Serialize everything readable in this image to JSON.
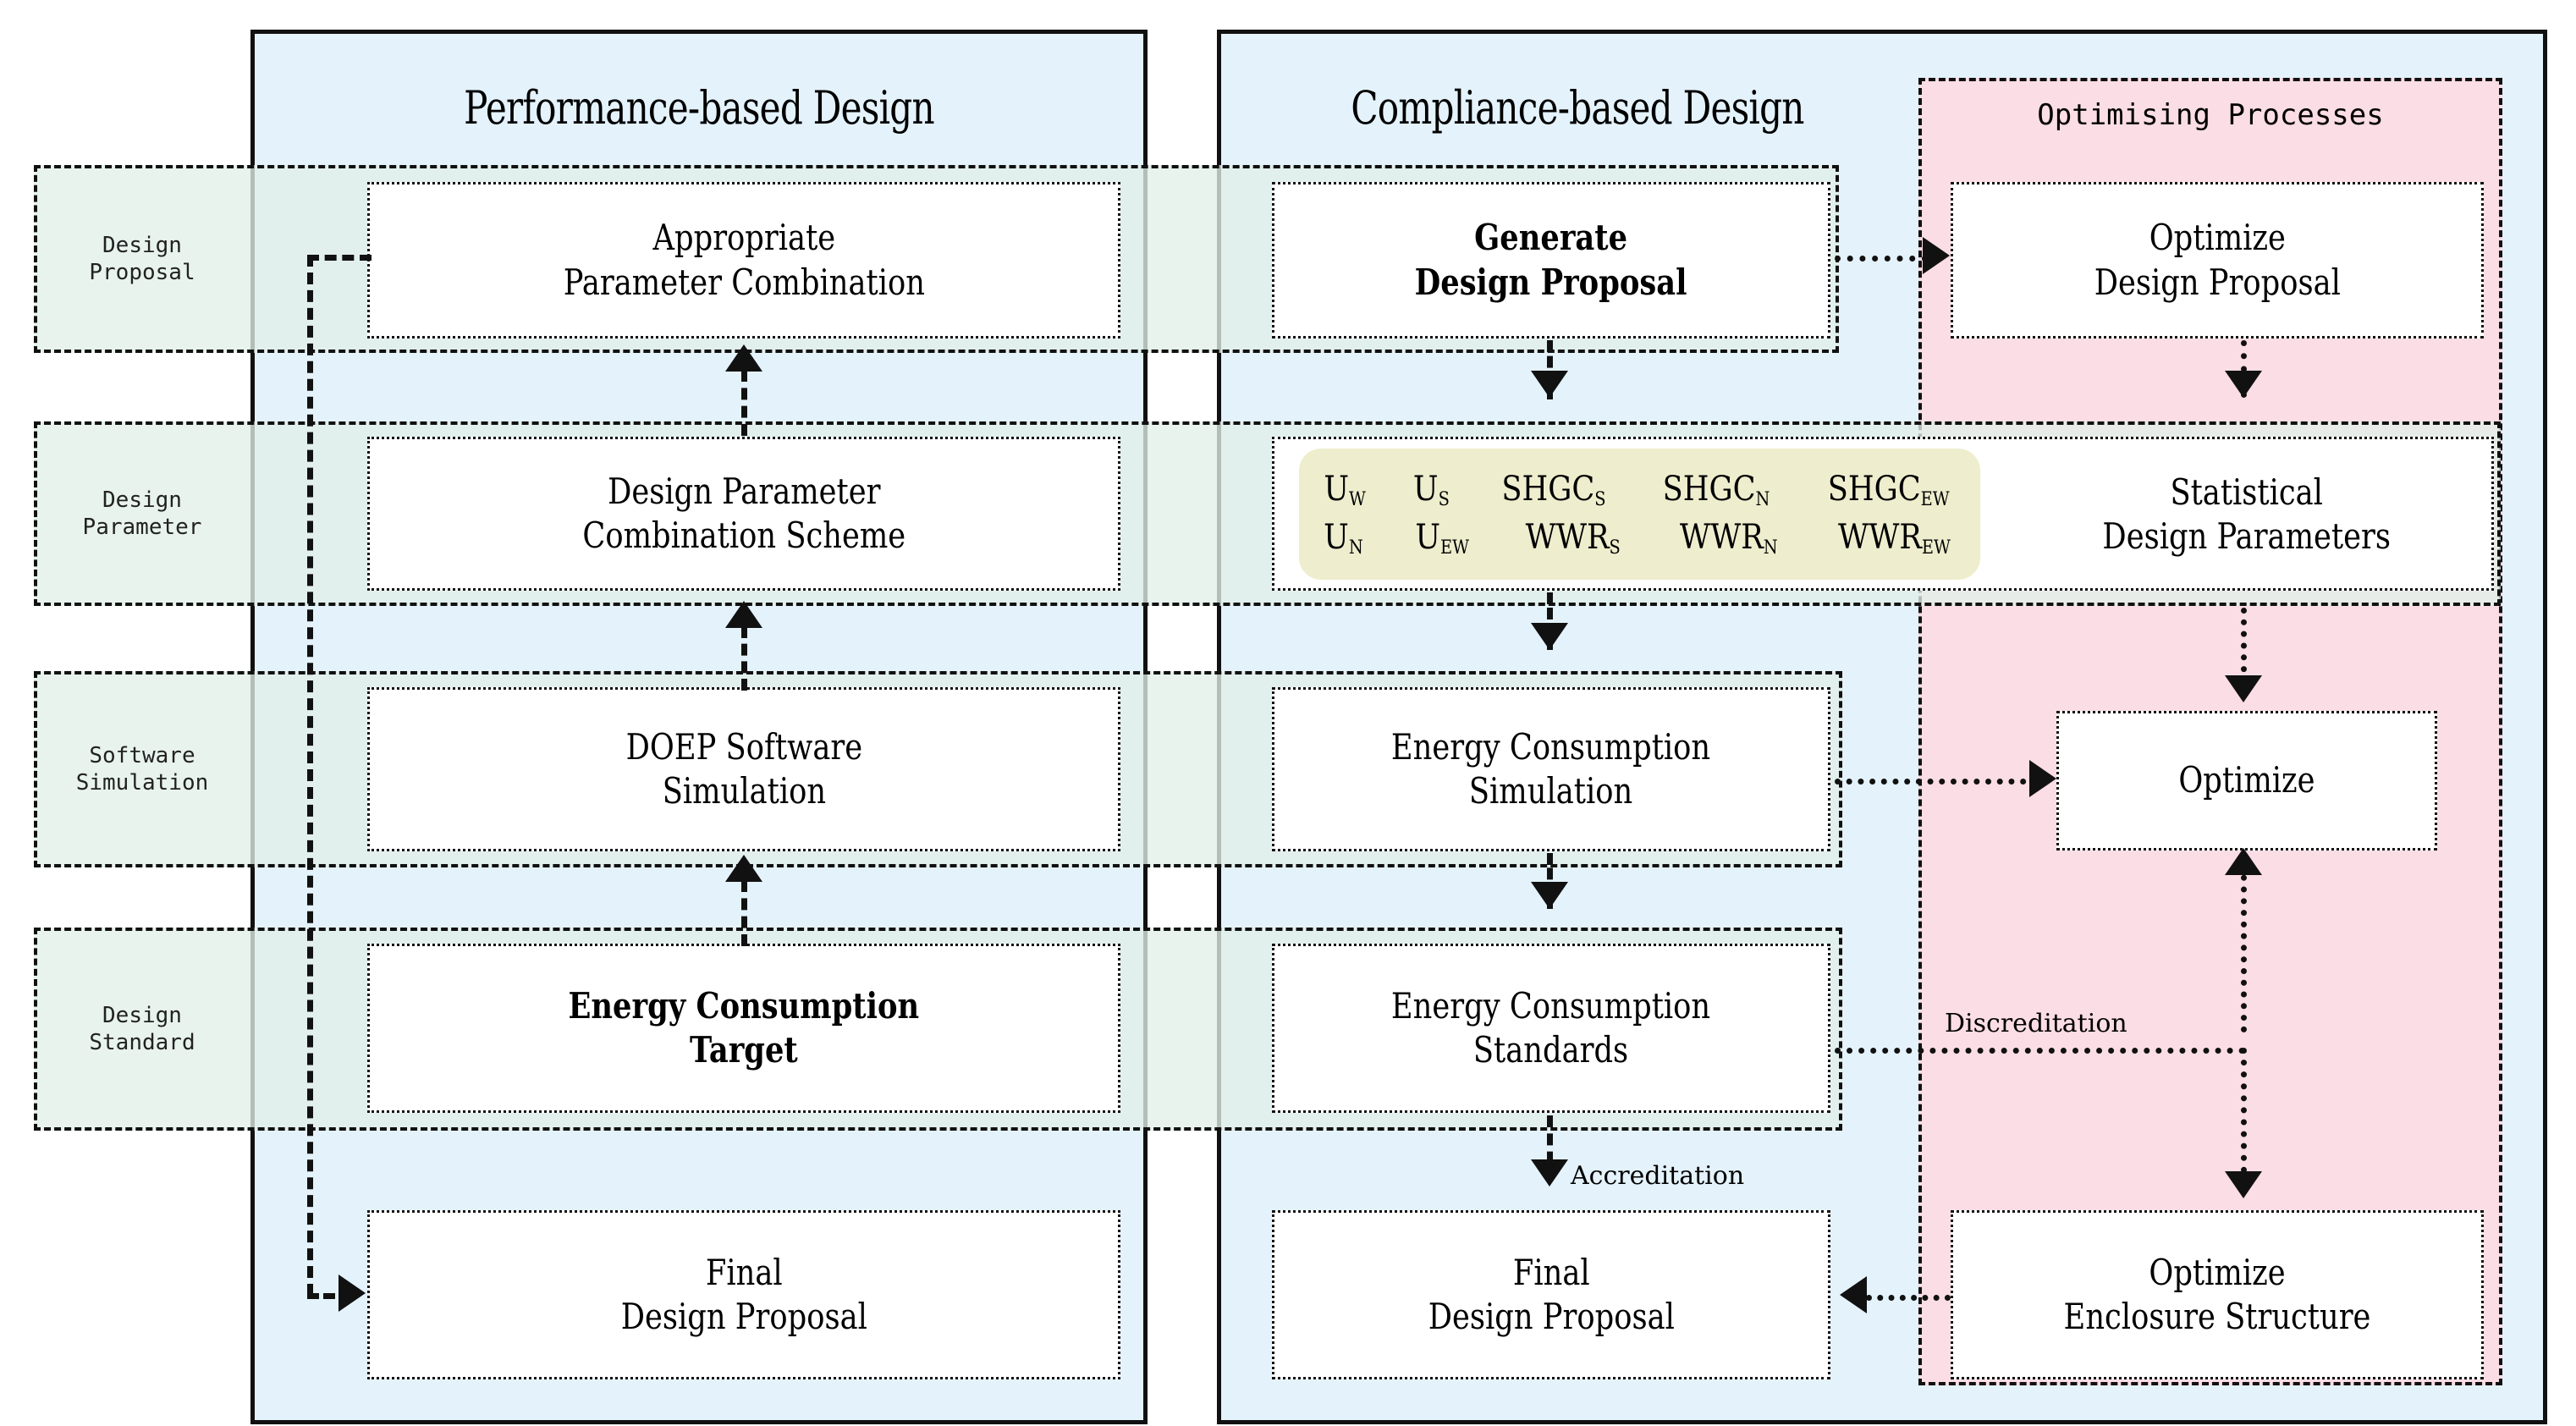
{
  "panels": {
    "left": {
      "title": "Performance-based Design"
    },
    "right": {
      "title": "Compliance-based Design"
    }
  },
  "optimising_region": {
    "title": "Optimising Processes"
  },
  "row_labels": [
    {
      "label": "Design\nProposal"
    },
    {
      "label": "Design\nParameter"
    },
    {
      "label": "Software\nSimulation"
    },
    {
      "label": "Design\nStandard"
    }
  ],
  "left_nodes": [
    {
      "label": "Appropriate\nParameter Combination",
      "bold": false
    },
    {
      "label": "Design Parameter\nCombination Scheme",
      "bold": false
    },
    {
      "label": "DOEP Software\nSimulation",
      "bold": false
    },
    {
      "label": "Energy Consumption\nTarget",
      "bold": true
    },
    {
      "label": "Final\nDesign Proposal",
      "bold": false
    }
  ],
  "right_nodes": [
    {
      "label": "Generate\nDesign Proposal",
      "bold": true
    },
    {
      "label": "Energy Consumption\nSimulation",
      "bold": false
    },
    {
      "label": "Energy Consumption\nStandards",
      "bold": false
    },
    {
      "label": "Final\nDesign Proposal",
      "bold": false
    }
  ],
  "optimise_nodes": [
    {
      "label": "Optimize\nDesign Proposal"
    },
    {
      "label": "Statistical\nDesign Parameters"
    },
    {
      "label": "Optimize"
    },
    {
      "label": "Optimize\nEnclosure Structure"
    }
  ],
  "parameters": {
    "row1": [
      {
        "base": "U",
        "sub": "W"
      },
      {
        "base": "U",
        "sub": "S"
      },
      {
        "base": "SHGC",
        "sub": "S"
      },
      {
        "base": "SHGC",
        "sub": "N"
      },
      {
        "base": "SHGC",
        "sub": "EW"
      }
    ],
    "row2": [
      {
        "base": "U",
        "sub": "N"
      },
      {
        "base": "U",
        "sub": "EW"
      },
      {
        "base": "WWR",
        "sub": "S"
      },
      {
        "base": "WWR",
        "sub": "N"
      },
      {
        "base": "WWR",
        "sub": "EW"
      }
    ]
  },
  "edge_labels": {
    "accreditation": "Accreditation",
    "discreditation": "Discreditation"
  },
  "colors": {
    "panel_fill": "#e4f2fb",
    "row_band_fill": "#e1f0e9",
    "optimising_fill": "#fbdde5",
    "parameter_fill": "#eeeece",
    "node_fill": "#ffffff",
    "stroke": "#111111"
  }
}
